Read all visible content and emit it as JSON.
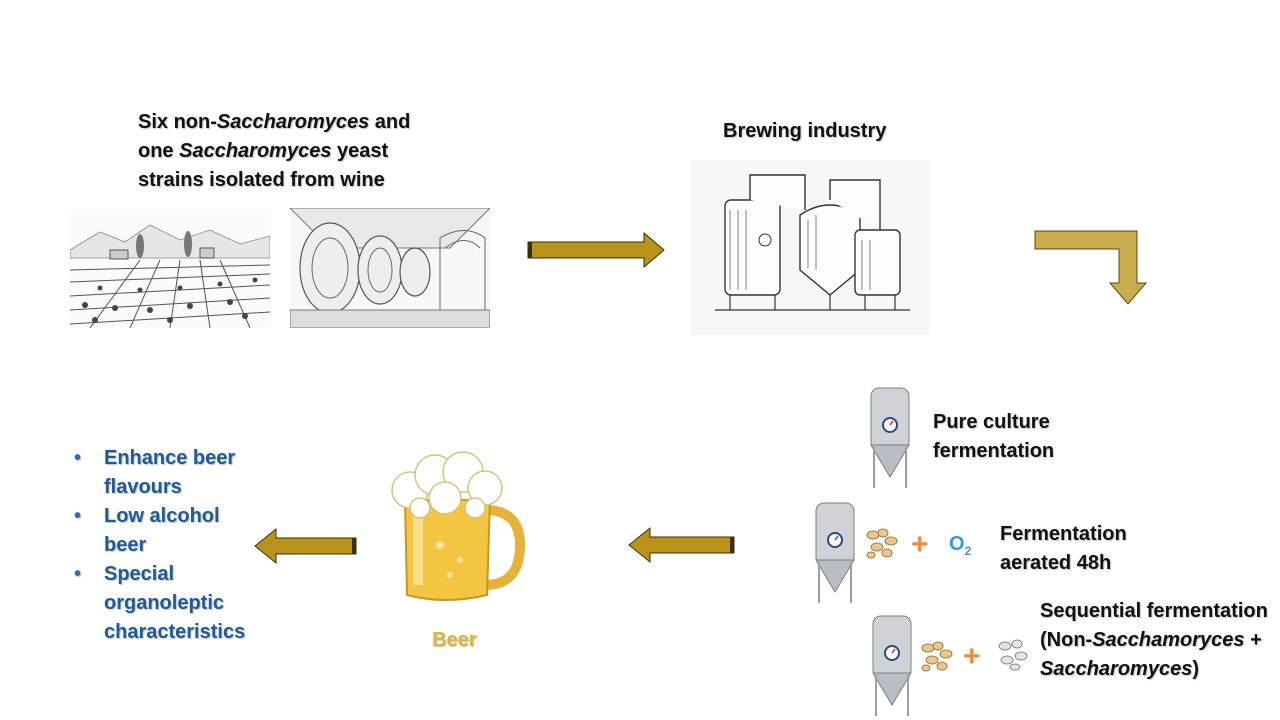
{
  "intro": {
    "p1": "Six non-",
    "p2": "Saccharomyces",
    "p3": " and one ",
    "p4": "Saccharomyces",
    "p5": " yeast strains isolated from wine"
  },
  "brewing_label": "Brewing industry",
  "methods": {
    "pure": "Pure culture fermentation",
    "aerated": "Fermentation aerated 48h",
    "seq_prefix": "Sequential fermentation (Non-",
    "seq_italic1": "Sacchamoryces",
    "seq_plus": " + ",
    "seq_italic2": "Saccharomyces",
    "seq_suffix": ")"
  },
  "o2_symbol": "O",
  "o2_sub": "2",
  "plus": "+",
  "beer_label": "Beer",
  "outcomes": [
    "Enhance beer flavours",
    "Low alcohol beer",
    "Special organoleptic characteristics"
  ],
  "colors": {
    "arrow_fill": "#b8921a",
    "arrow_dark": "#3a2f08",
    "outcome_text": "#1f5a9a",
    "beer_label": "#e2b43b",
    "bend_arrow": "#c8ad4f"
  }
}
